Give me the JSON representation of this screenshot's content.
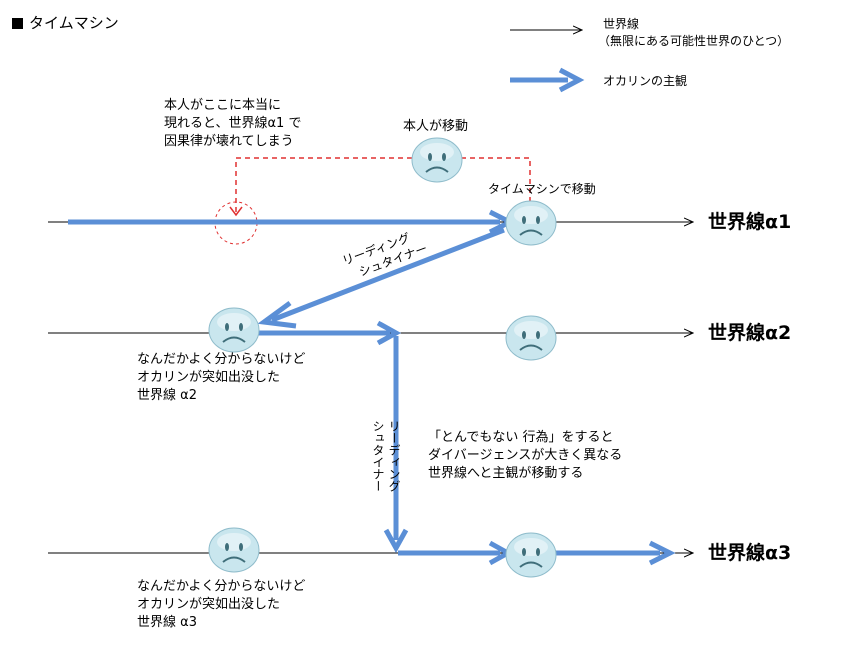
{
  "title": "タイムマシン",
  "legend": {
    "worldline_label_1": "世界線",
    "worldline_label_2": "（無限にある可能性世界のひとつ）",
    "okarin_label": "オカリンの主観"
  },
  "worldlines": [
    "世界線α1",
    "世界線α2",
    "世界線α3"
  ],
  "notes": {
    "paradox": [
      "本人がここに本当に",
      "現れると、世界線α1 で",
      "因果律が壊れてしまう"
    ],
    "self_move": "本人が移動",
    "time_machine_move": "タイムマシンで移動",
    "reading_steiner_diag": [
      "リーディング",
      "シュタイナー"
    ],
    "reading_steiner_vert": [
      "リーディング",
      "シュタイナー"
    ],
    "action": [
      "「とんでもない 行為」をすると",
      "ダイバージェンスが大きく異なる",
      "世界線へと主観が移動する"
    ],
    "alpha2_caption": [
      "なんだかよく分からないけど",
      "オカリンが突如出没した",
      "世界線 α2"
    ],
    "alpha3_caption": [
      "なんだかよく分からないけど",
      "オカリンが突如出没した",
      "世界線 α3"
    ]
  },
  "colors": {
    "blue_arrow": "#5b8fd6",
    "dashed_red": "#e03030",
    "face_fill": "#c9e6ee",
    "face_stroke": "#8fbccb"
  }
}
